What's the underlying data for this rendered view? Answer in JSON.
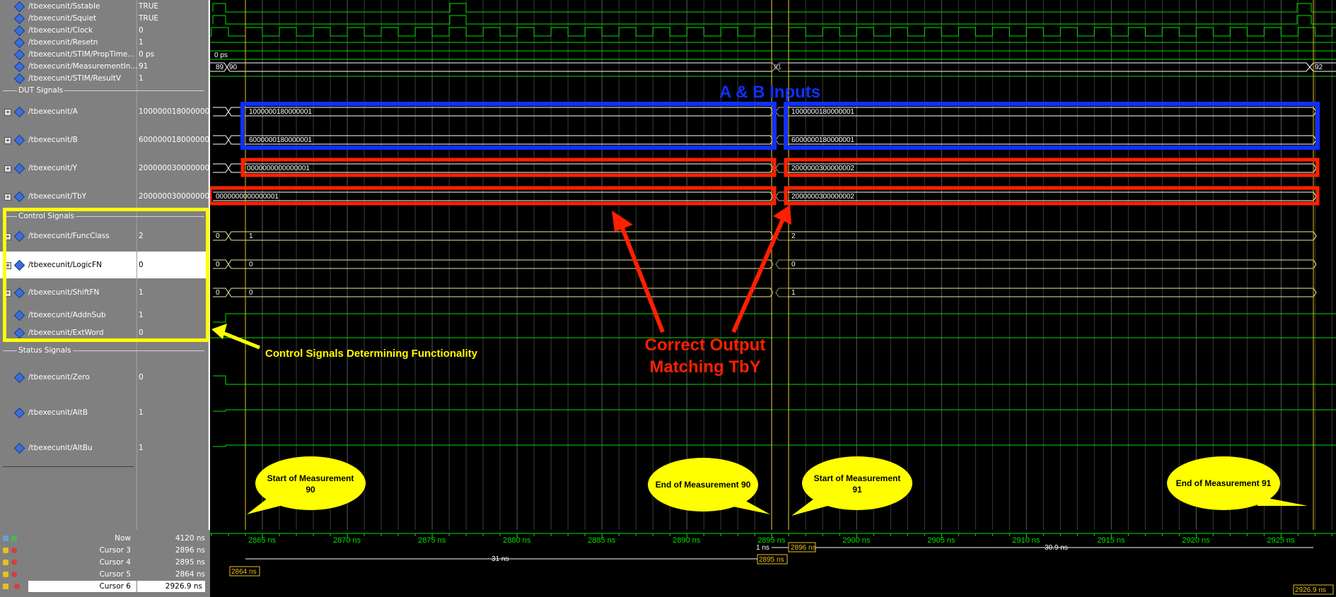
{
  "signals": [
    {
      "name": "/tbexecunit/Sstable",
      "value": "TRUE",
      "expandable": false
    },
    {
      "name": "/tbexecunit/Squiet",
      "value": "TRUE",
      "expandable": false
    },
    {
      "name": "/tbexecunit/Clock",
      "value": "0",
      "expandable": false
    },
    {
      "name": "/tbexecunit/Resetn",
      "value": "1",
      "expandable": false
    },
    {
      "name": "/tbexecunit/STIM/PropTime...",
      "value": "0 ps",
      "expandable": false
    },
    {
      "name": "/tbexecunit/MeasurementIn...",
      "value": "91",
      "expandable": false
    },
    {
      "name": "/tbexecunit/STIM/ResultV",
      "value": "1",
      "expandable": false
    }
  ],
  "groups": {
    "dut": "DUT Signals",
    "control": "Control Signals",
    "status": "Status Signals"
  },
  "dut_signals": [
    {
      "name": "/tbexecunit/A",
      "value": "1000000180000001"
    },
    {
      "name": "/tbexecunit/B",
      "value": "6000000180000001"
    },
    {
      "name": "/tbexecunit/Y",
      "value": "2000000300000002"
    },
    {
      "name": "/tbexecunit/TbY",
      "value": "2000000300000002"
    }
  ],
  "control_signals": [
    {
      "name": "/tbexecunit/FuncClass",
      "value": "2"
    },
    {
      "name": "/tbexecunit/LogicFN",
      "value": "0"
    },
    {
      "name": "/tbexecunit/ShiftFN",
      "value": "1"
    },
    {
      "name": "/tbexecunit/AddnSub",
      "value": "1"
    },
    {
      "name": "/tbexecunit/ExtWord",
      "value": "0"
    }
  ],
  "status_signals": [
    {
      "name": "/tbexecunit/Zero",
      "value": "0"
    },
    {
      "name": "/tbexecunit/AltB",
      "value": "1"
    },
    {
      "name": "/tbexecunit/AltBu",
      "value": "1"
    }
  ],
  "wave_labels": {
    "proptime": "0 ps",
    "meas_89": "89",
    "meas_90": "90",
    "meas_91": "91",
    "meas_92": "92",
    "a_val1": "1000000180000001",
    "a_val2": "1000000180000001",
    "b_val1": "6000000180000001",
    "b_val2": "6000000180000001",
    "y_val1": "0000000000000001",
    "y_val2": "2000000300000002",
    "tby_val1": "0000000000000001",
    "tby_val2": "2000000300000002",
    "func_0": "0",
    "func_1": "1",
    "func_2": "2",
    "logic_0a": "0",
    "logic_0b": "0",
    "logic_0c": "0",
    "shift_0a": "0",
    "shift_0b": "0",
    "shift_1": "1"
  },
  "annotations": {
    "ab_inputs": "A & B Inputs",
    "control_caption": "Control Signals Determining Functionality",
    "correct_output_1": "Correct Output",
    "correct_output_2": "Matching TbY",
    "bubble_start90_1": "Start of Measurement",
    "bubble_start90_2": "90",
    "bubble_end90": "End of Measurement 90",
    "bubble_start91_1": "Start of Measurement",
    "bubble_start91_2": "91",
    "bubble_end91": "End of Measurement 91"
  },
  "cursors": [
    {
      "label": "Now",
      "value": "4120 ns"
    },
    {
      "label": "Cursor 3",
      "value": "2896 ns"
    },
    {
      "label": "Cursor 4",
      "value": "2895 ns"
    },
    {
      "label": "Cursor 5",
      "value": "2864 ns"
    },
    {
      "label": "Cursor 6",
      "value": "2926.9 ns"
    }
  ],
  "timeline": {
    "ticks": [
      "2865 ns",
      "2870 ns",
      "2875 ns",
      "2880 ns",
      "2885 ns",
      "2890 ns",
      "2895 ns",
      "2900 ns",
      "2905 ns",
      "2910 ns",
      "2915 ns",
      "2920 ns",
      "2925 ns"
    ],
    "delta_1ns": "1 ns",
    "delta_31ns": "31 ns",
    "delta_309ns": "30.9 ns",
    "cur3_flag": "2896 ns",
    "cur4_flag": "2895 ns",
    "cur5_flag": "2864 ns",
    "cur6_flag": "2926.9 ns"
  },
  "colors": {
    "wave_green": "#00e000",
    "cursor_yellow": "#e8c020",
    "highlight_blue": "#1030ff",
    "highlight_red": "#ff2000",
    "highlight_yellow": "#ffff00"
  }
}
